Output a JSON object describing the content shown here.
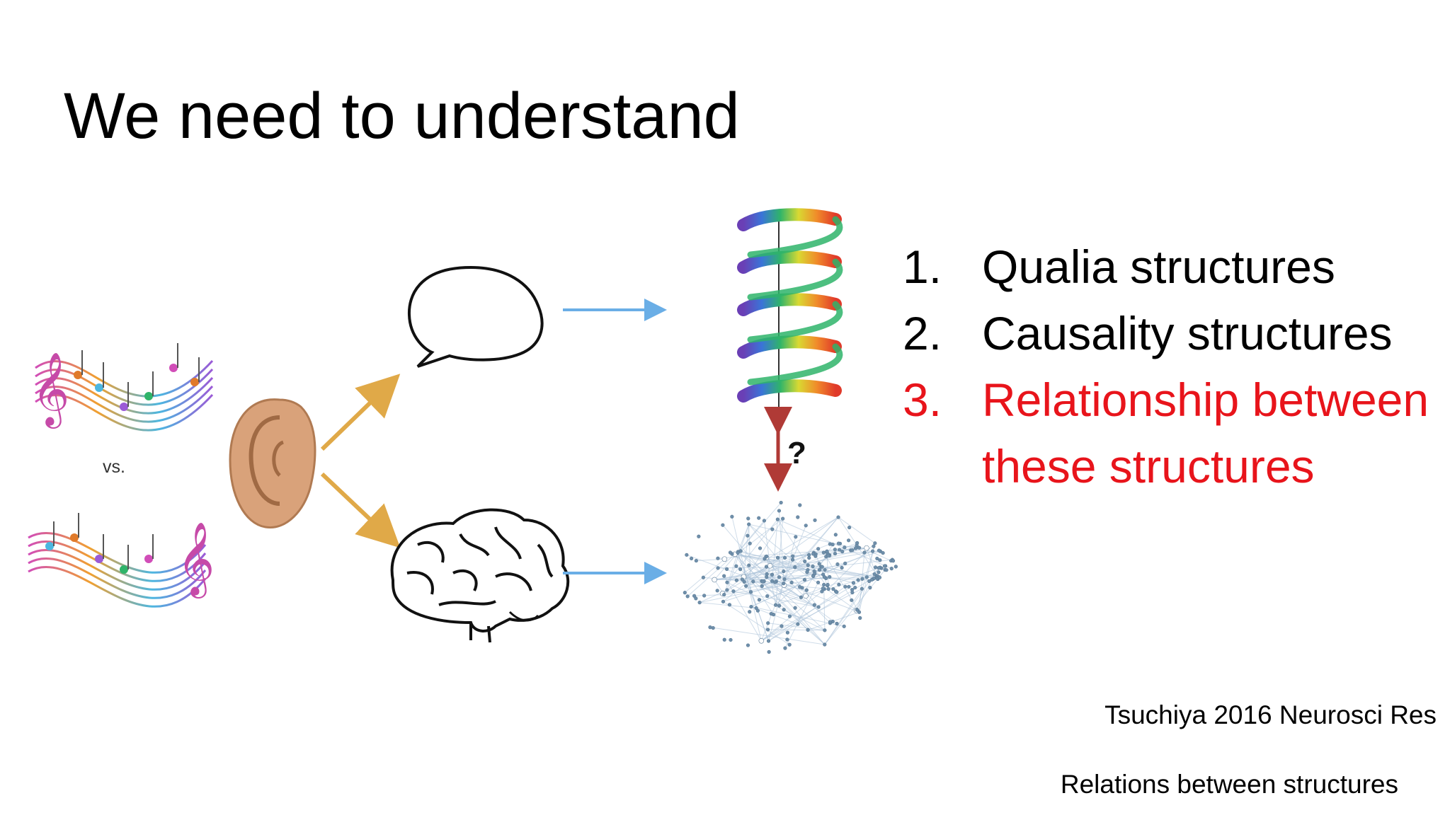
{
  "slide": {
    "title": "We need to understand",
    "vs_label": "vs.",
    "question_mark": "?",
    "list": [
      {
        "number": "1.",
        "text": "Qualia structures",
        "highlight": false
      },
      {
        "number": "2.",
        "text": "Causality structures",
        "highlight": false
      },
      {
        "number": "3.",
        "text": "Relationship between these structures",
        "highlight": true
      }
    ],
    "citation": "Tsuchiya 2016 Neurosci Res",
    "caption": "Relations between structures"
  },
  "colors": {
    "highlight": "#e8141b",
    "orange_arrow": "#e0a948",
    "blue_arrow": "#6aaee6",
    "red_arrow": "#b03a36",
    "skin": "#d9a27a"
  },
  "icons": [
    "music-staff-icon",
    "ear-icon",
    "speech-bubble-icon",
    "brain-icon",
    "helix-icon",
    "network-icon"
  ]
}
